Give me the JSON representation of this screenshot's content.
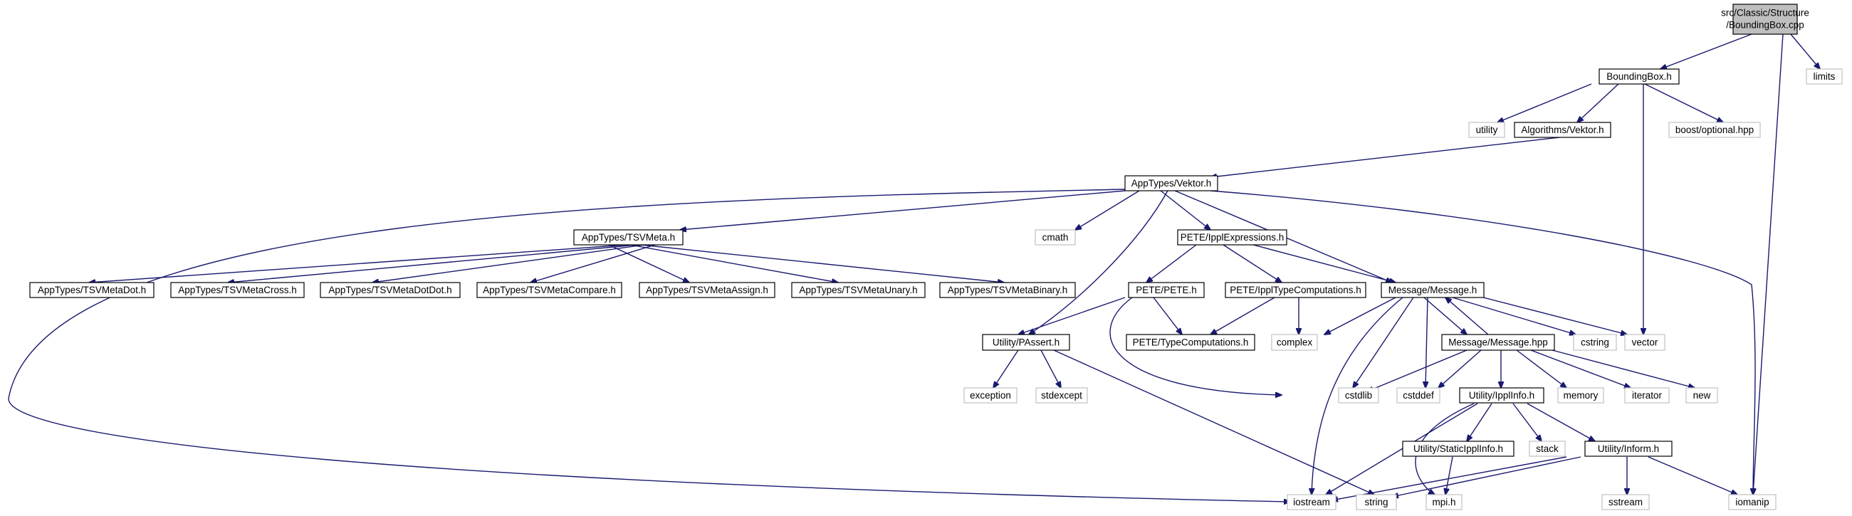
{
  "diagram": {
    "root": {
      "line1": "src/Classic/Structure",
      "line2": "/BoundingBox.cpp"
    },
    "nodes": {
      "boundingbox_h": "BoundingBox.h",
      "limits": "limits",
      "utility": "utility",
      "algorithms_vektor_h": "Algorithms/Vektor.h",
      "boost_optional": "boost/optional.hpp",
      "apptypes_vektor_h": "AppTypes/Vektor.h",
      "apptypes_tsvmeta_h": "AppTypes/TSVMeta.h",
      "cmath": "cmath",
      "pete_ipplexpressions_h": "PETE/IpplExpressions.h",
      "tsvmetadot": "AppTypes/TSVMetaDot.h",
      "tsvmetacross": "AppTypes/TSVMetaCross.h",
      "tsvmetadotdot": "AppTypes/TSVMetaDotDot.h",
      "tsvmetacompare": "AppTypes/TSVMetaCompare.h",
      "tsvmetaassign": "AppTypes/TSVMetaAssign.h",
      "tsvmetaunary": "AppTypes/TSVMetaUnary.h",
      "tsvmetabinary": "AppTypes/TSVMetaBinary.h",
      "pete_pete_h": "PETE/PETE.h",
      "pete_ippltypecomputations": "PETE/IpplTypeComputations.h",
      "message_h": "Message/Message.h",
      "utility_passert": "Utility/PAssert.h",
      "pete_typecomputations": "PETE/TypeComputations.h",
      "complex": "complex",
      "message_hpp": "Message/Message.hpp",
      "cstring": "cstring",
      "vector": "vector",
      "exception": "exception",
      "stdexcept": "stdexcept",
      "cstdlib": "cstdlib",
      "cstddef": "cstddef",
      "ipplinfo": "Utility/IpplInfo.h",
      "memory": "memory",
      "iterator": "iterator",
      "new": "new",
      "staticipplinfo": "Utility/StaticIpplInfo.h",
      "stack": "stack",
      "inform": "Utility/Inform.h",
      "iostream": "iostream",
      "string": "string",
      "mpi_h": "mpi.h",
      "sstream": "sstream",
      "iomanip": "iomanip"
    },
    "colors": {
      "edge": "#191970",
      "internal_border": "#000000",
      "external_border": "#c0c0c0",
      "root_fill": "#bfbfbf"
    }
  }
}
